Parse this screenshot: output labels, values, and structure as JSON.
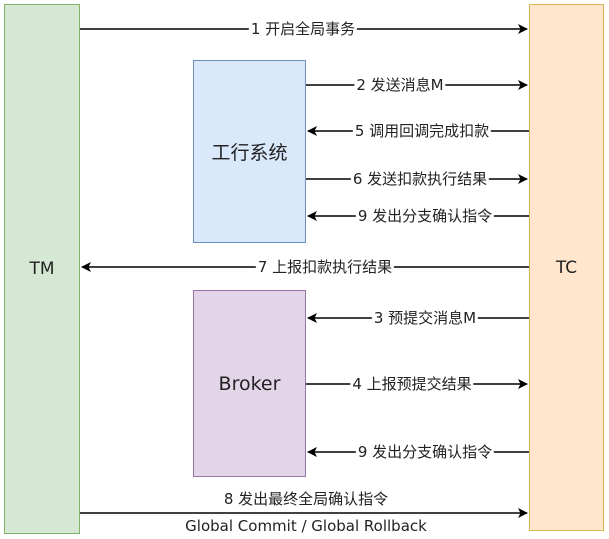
{
  "nodes": {
    "tm": "TM",
    "tc": "TC",
    "bank": "工行系统",
    "broker": "Broker"
  },
  "messages": {
    "m1": "1 开启全局事务",
    "m2": "2 发送消息M",
    "m5": "5 调用回调完成扣款",
    "m6": "6 发送扣款执行结果",
    "m9a": "9 发出分支确认指令",
    "m7": "7 上报扣款执行结果",
    "m3": "3 预提交消息M",
    "m4": "4 上报预提交结果",
    "m9b": "9 发出分支确认指令",
    "m8_line1": "8 发出最终全局确认指令",
    "m8_line2": "Global Commit / Global Rollback"
  },
  "colors": {
    "tm_fill": "#d5e8d4",
    "tc_fill": "#ffe6cc",
    "bank_fill": "#dae8fc",
    "broker_fill": "#e1d5e7"
  }
}
